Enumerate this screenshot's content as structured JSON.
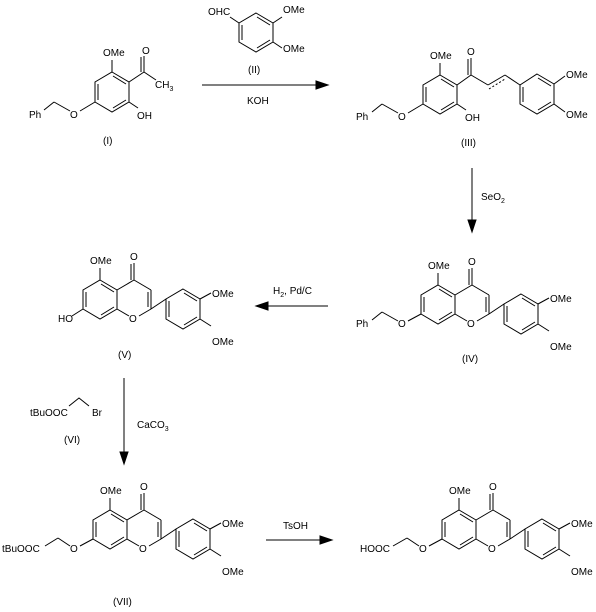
{
  "compounds": {
    "I": {
      "label": "(I)",
      "groups": {
        "ome": "OMe",
        "ch3": "CH",
        "ch3_sub": "3",
        "ph": "Ph",
        "o": "O",
        "oh": "OH"
      }
    },
    "II": {
      "label": "(II)",
      "groups": {
        "ohc": "OHC",
        "ome1": "OMe",
        "ome2": "OMe"
      }
    },
    "III": {
      "label": "(III)",
      "groups": {
        "ome": "OMe",
        "o_keto": "O",
        "ph": "Ph",
        "o": "O",
        "oh": "OH",
        "ome3": "OMe",
        "ome4": "OMe"
      }
    },
    "IV": {
      "label": "(IV)",
      "groups": {
        "ome": "OMe",
        "o_keto": "O",
        "ph": "Ph",
        "o": "O",
        "o_ring": "O",
        "ome3": "OMe",
        "ome4": "OMe"
      }
    },
    "V": {
      "label": "(V)",
      "groups": {
        "ome": "OMe",
        "o_keto": "O",
        "ho": "HO",
        "o_ring": "O",
        "ome3": "OMe",
        "ome4": "OMe"
      }
    },
    "VI": {
      "label": "(VI)",
      "groups": {
        "ester": "tBuOOC",
        "br": "Br"
      }
    },
    "VII": {
      "label": "(VII)",
      "groups": {
        "ome": "OMe",
        "o_keto": "O",
        "ester": "tBuOOC",
        "o": "O",
        "o_ring": "O",
        "ome3": "OMe",
        "ome4": "OMe"
      }
    },
    "VIII": {
      "label": "",
      "groups": {
        "ome": "OMe",
        "o_keto": "O",
        "acid": "HOOC",
        "o": "O",
        "o_ring": "O",
        "ome3": "OMe",
        "ome4": "OMe"
      }
    }
  },
  "reagents": {
    "koh": "KOH",
    "seo2_main": "SeO",
    "seo2_sub": "2",
    "h2_main": "H",
    "h2_sub": "2",
    "h2_rest": ", Pd/C",
    "caco3_main": "CaCO",
    "caco3_sub": "3",
    "tsoh": "TsOH"
  }
}
